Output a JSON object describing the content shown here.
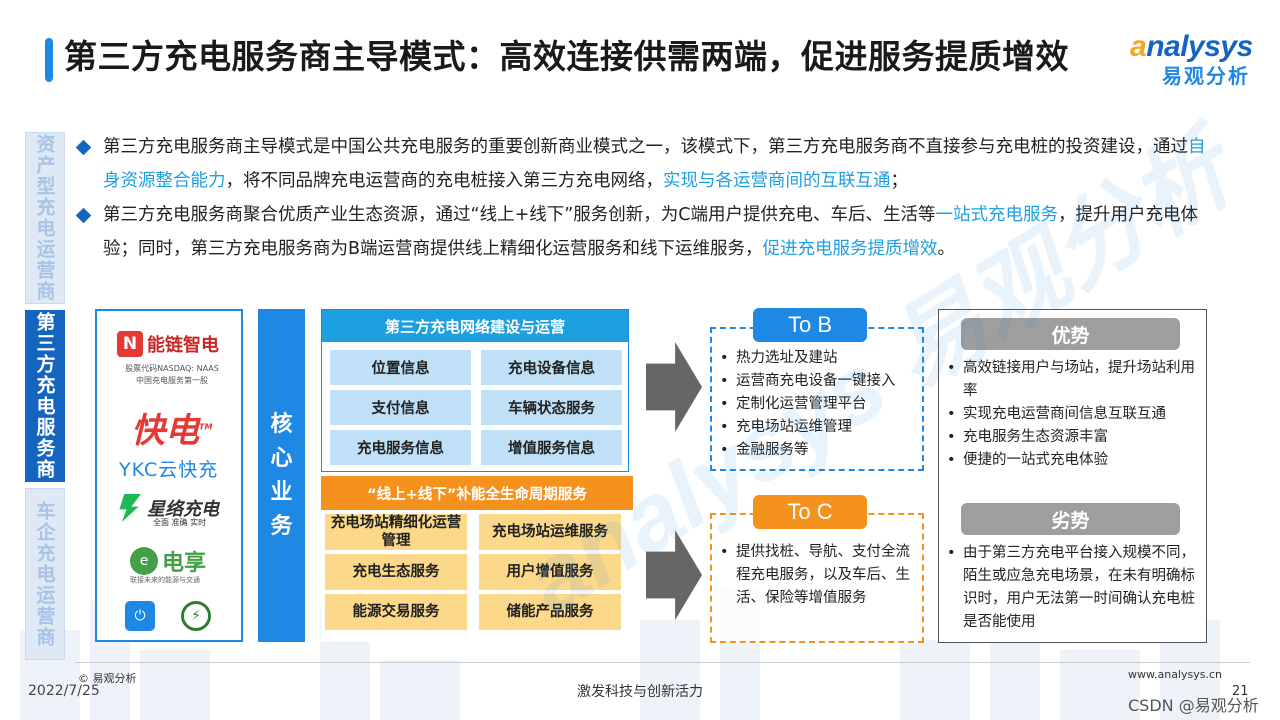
{
  "header": {
    "title": "第三方充电服务商主导模式：高效连接供需两端，促进服务提质增效",
    "logo_text_a": "a",
    "logo_text_rest": "nalysys",
    "logo_sub": "易观分析"
  },
  "side_tabs": [
    "资产型充电运营商",
    "第三方充电服务商",
    "车企充电运营商"
  ],
  "bullets": [
    {
      "p1": "第三方充电服务商主导模式是中国公共充电服务的重要创新商业模式之一，该模式下，第三方充电服务商不直接参与充电桩的投资建设，通过",
      "h1": "自身资源整合能力",
      "p2": "，将不同品牌充电运营商的充电桩接入第三方充电网络，",
      "h2": "实现与各运营商间的互联互通",
      "p3": "；"
    },
    {
      "p1": "第三方充电服务商聚合优质产业生态资源，通过“线上+线下”服务创新，为C端用户提供充电、车后、生活等",
      "h1": "一站式充电服务",
      "p2": "，提升用户充电体验；同时，第三方充电服务商为B端运营商提供线上精细化运营服务和线下运维服务，",
      "h2": "促进充电服务提质增效",
      "p3": "。"
    }
  ],
  "brands": {
    "nlzd_icon": "N",
    "nlzd": "能链智电",
    "nlzd_sub1": "股票代码NASDAQ: NAAS",
    "nlzd_sub2": "中国充电服务第一股",
    "kd": "快电",
    "kd_tm": "TM",
    "ykc": "YKC云快充",
    "xl": "星络充电",
    "xl_sub": "全面 准确 实时",
    "dx_icon": "e",
    "dx": "电享",
    "dx_sub": "联接未来的能源与交通",
    "icon1": "⏻",
    "icon2": "⚡"
  },
  "core_label": [
    "核",
    "心",
    "业",
    "务"
  ],
  "network": {
    "title": "第三方充电网络建设与运营",
    "cells": [
      "位置信息",
      "充电设备信息",
      "支付信息",
      "车辆状态服务",
      "充电服务信息",
      "增值服务信息"
    ]
  },
  "lifecycle": {
    "title": "“线上+线下”补能全生命周期服务",
    "cells": [
      "充电场站精细化运营管理",
      "充电场站运维服务",
      "充电生态服务",
      "用户增值服务",
      "能源交易服务",
      "储能产品服务"
    ]
  },
  "to_b": {
    "label": "To B",
    "items": [
      "热力选址及建站",
      "运营商充电设备一键接入",
      "定制化运营管理平台",
      "充电场站运维管理",
      "金融服务等"
    ]
  },
  "to_c": {
    "label": "To C",
    "items": [
      "提供找桩、导航、支付全流程充电服务，以及车后、生活、保险等增值服务"
    ]
  },
  "advantages": {
    "label": "优势",
    "items": [
      "高效链接用户与场站，提升场站利用率",
      "实现充电运营商间信息互联互通",
      "充电服务生态资源丰富",
      "便捷的一站式充电体验"
    ]
  },
  "disadvantages": {
    "label": "劣势",
    "items": [
      "由于第三方充电平台接入规模不同，陌生或应急充电场景，在未有明确标识时，用户无法第一时间确认充电桩是否能使用"
    ]
  },
  "footer": {
    "copyright": "© 易观分析",
    "date": "2022/7/25",
    "slogan": "激发科技与创新活力",
    "url": "www.analysys.cn",
    "page": "21",
    "csdn": "CSDN @易观分析"
  },
  "watermark": "analysys 易观分析",
  "colors": {
    "primary": "#1e88e5",
    "dark_blue": "#1565c0",
    "highlight": "#1e9fe0",
    "orange": "#f5921e",
    "light_orange": "#fcd88a",
    "light_blue": "#bfe0f7",
    "gray": "#9e9e9e"
  }
}
